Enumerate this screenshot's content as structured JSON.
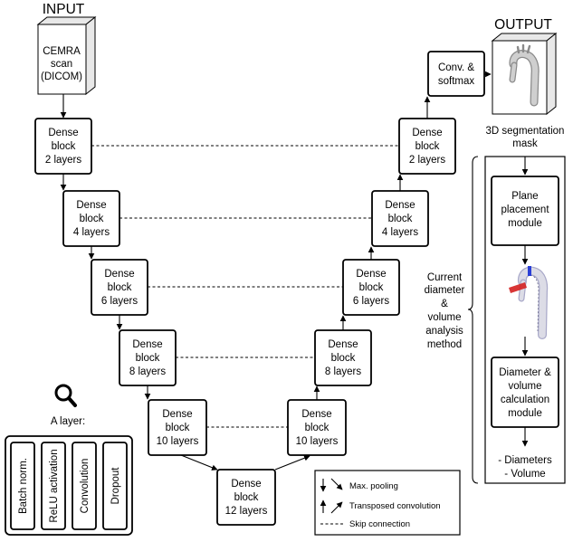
{
  "headings": {
    "input": "INPUT",
    "output": "OUTPUT"
  },
  "input_scan": [
    "CEMRA",
    "scan",
    "(DICOM)"
  ],
  "encoder": [
    {
      "id": "enc1",
      "lines": [
        "Dense",
        "block",
        "2 layers"
      ]
    },
    {
      "id": "enc2",
      "lines": [
        "Dense",
        "block",
        "4 layers"
      ]
    },
    {
      "id": "enc3",
      "lines": [
        "Dense",
        "block",
        "6 layers"
      ]
    },
    {
      "id": "enc4",
      "lines": [
        "Dense",
        "block",
        "8 layers"
      ]
    },
    {
      "id": "enc5",
      "lines": [
        "Dense",
        "block",
        "10 layers"
      ]
    }
  ],
  "bottleneck": {
    "id": "bottom",
    "lines": [
      "Dense",
      "block",
      "12 layers"
    ]
  },
  "decoder": [
    {
      "id": "dec5",
      "lines": [
        "Dense",
        "block",
        "10 layers"
      ]
    },
    {
      "id": "dec4",
      "lines": [
        "Dense",
        "block",
        "8 layers"
      ]
    },
    {
      "id": "dec3",
      "lines": [
        "Dense",
        "block",
        "6 layers"
      ]
    },
    {
      "id": "dec2",
      "lines": [
        "Dense",
        "block",
        "4 layers"
      ]
    },
    {
      "id": "dec1",
      "lines": [
        "Dense",
        "block",
        "2 layers"
      ]
    }
  ],
  "conv_softmax": [
    "Conv. &",
    "softmax"
  ],
  "segmentation_caption": [
    "3D segmentation",
    "mask"
  ],
  "analysis_method_label": [
    "Current",
    "diameter",
    "&",
    "volume",
    "analysis",
    "method"
  ],
  "plane_module": [
    "Plane",
    "placement",
    "module"
  ],
  "calc_module": [
    "Diameter &",
    "volume",
    "calculation",
    "module"
  ],
  "outputs": [
    "- Diameters",
    "- Volume"
  ],
  "layer_title": "A layer:",
  "layer_ops": [
    "Batch norm.",
    "ReLU activation",
    "Convolution",
    "Dropout"
  ],
  "legend": {
    "max_pooling": "Max. pooling",
    "transposed_conv": "Transposed convolution",
    "skip_connection": "Skip connection"
  },
  "icons": {
    "magnifier": "magnifier-icon",
    "aorta_mesh": "aorta-mesh-icon",
    "aorta_plane": "aorta-plane-icon"
  },
  "colors": {
    "plane_red": "#d42020",
    "plane_blue": "#2a3fd6",
    "mesh_gray": "#cfcfcf"
  }
}
